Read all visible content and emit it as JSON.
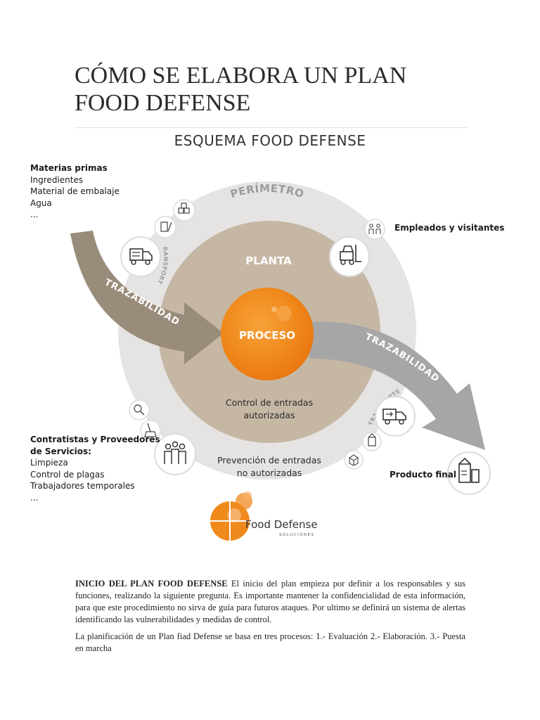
{
  "header": {
    "title_line1": "CÓMO SE ELABORA UN PLAN",
    "title_line2": "FOOD DEFENSE"
  },
  "diagram": {
    "title": "ESQUEMA FOOD DEFENSE",
    "ring_outer_label": "PERÍMETRO",
    "ring_inner_label": "PLANTA",
    "core_label": "PROCESO",
    "traceability_left": "TRAZABILIDAD",
    "traceability_right": "TRAZABILIDAD",
    "transport_left": "TRANSPORTE",
    "transport_right": "TRANSPORTE",
    "inner_caption_line1": "Control de entradas",
    "inner_caption_line2": "autorizadas",
    "outer_caption_line1": "Prevención de entradas",
    "outer_caption_line2": "no autorizadas",
    "raw_materials": {
      "heading": "Materias primas",
      "items": [
        "Ingredientes",
        "Material de embalaje",
        "Agua",
        "..."
      ]
    },
    "employees_label": "Empleados y visitantes",
    "contractors": {
      "heading_line1": "Contratistas y Proveedores",
      "heading_line2": "de Servicios:",
      "items": [
        "Limpieza",
        "Control de plagas",
        "Trabajadores temporales",
        "..."
      ]
    },
    "final_product_label": "Producto final",
    "logo_text": "Food Defense",
    "logo_subtext": "SOLUCIONES",
    "colors": {
      "outer_ring": "#e4e3e1",
      "inner_ring": "#c5b6a3",
      "core": "#f18b1e",
      "arrow_left": "#9a8b79",
      "arrow_right": "#a4a4a4"
    }
  },
  "body": {
    "para1_bold": "INICIO DEL PLAN FOOD DEFENSE",
    "para1_text": " El inicio del plan empieza por definir a los responsables y sus funciones, realizando la siguiente pregunta. Es importante mantener la confidencialidad de esta información, para que este procedimiento no sirva de guía para futuros ataques. Por ultimo se definirá un sistema de alertas identificando las vulnerabilidades  y medidas de control.",
    "para2": "La planificación de un Plan fiad Defense se basa en tres procesos: 1.- Evaluación 2.- Elaboración. 3.- Puesta en marcha"
  }
}
